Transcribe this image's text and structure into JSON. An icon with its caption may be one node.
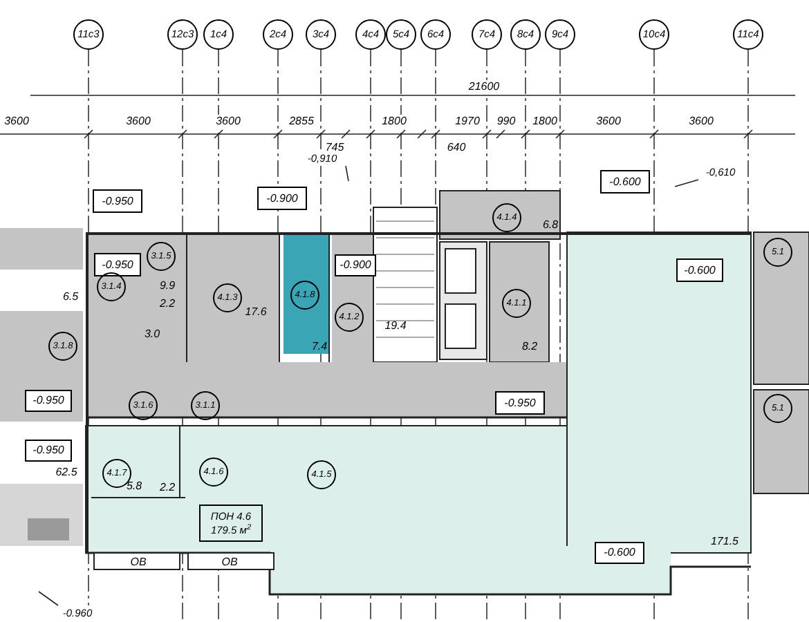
{
  "diagram": {
    "nodes": [
      {
        "text": [
          "-0.950"
        ]
      },
      {
        "text": [
          "-0.900"
        ]
      },
      {
        "text": [
          "-0.600"
        ]
      },
      {
        "text": [
          "-0,910"
        ]
      },
      {
        "text": [
          "-0,610"
        ]
      },
      {
        "text": [
          "-0.950"
        ]
      },
      {
        "text": [
          "3.1.5"
        ]
      },
      {
        "text": [
          "3.1.4"
        ]
      },
      {
        "text": [
          "4.1.3"
        ]
      },
      {
        "text": [
          "4.1.8"
        ]
      },
      {
        "text": [
          "-0.900"
        ]
      },
      {
        "text": [
          "4.1.2"
        ]
      },
      {
        "text": [
          "4.1.4"
        ]
      },
      {
        "text": [
          "-0.600"
        ]
      },
      {
        "text": [
          "4.1.1"
        ]
      },
      {
        "text": [
          "3.1.8"
        ]
      },
      {
        "text": [
          "3.1.6"
        ]
      },
      {
        "text": [
          "3.1.1"
        ]
      },
      {
        "text": [
          "-0.950"
        ]
      },
      {
        "text": [
          "-0.950"
        ]
      },
      {
        "text": [
          "-0.950"
        ]
      },
      {
        "text": [
          "4.1.7"
        ]
      },
      {
        "text": [
          "4.1.6"
        ]
      },
      {
        "text": [
          "4.1.5"
        ]
      },
      {
        "text": [
          "ПОН 4.6",
          "179.5 м$^{2}$"
        ]
      },
      {
        "text": [
          "-0.600"
        ]
      },
      {
        "text": [
          "-0.960"
        ]
      },
      {
        "text": [
          "5.1"
        ]
      },
      {
        "text": [
          "5.1"
        ]
      }
    ],
    "edges": [
      {
        "from": 3,
        "to": null,
        "arrow": "none"
      },
      {
        "from": 4,
        "to": null,
        "arrow": "none"
      },
      {
        "from": 26,
        "to": null,
        "arrow": "none"
      }
    ],
    "labels": [
      "11с3",
      "12с3",
      "1с4",
      "2с4",
      "3с4",
      "4с4",
      "5с4",
      "6с4",
      "7с4",
      "8с4",
      "9с4",
      "10с4",
      "11с4",
      "21600",
      "3600",
      "3600",
      "3600",
      "2855",
      "1800",
      "1970",
      "990",
      "1800",
      "3600",
      "3600",
      "745",
      "640",
      "9.9",
      "2.2",
      "6.5",
      "3.0",
      "17.6",
      "7.4",
      "19.4",
      "6.8",
      "8.2",
      "62.5",
      "5.8",
      "2.2",
      "ОВ",
      "ОВ",
      "171.5"
    ]
  }
}
